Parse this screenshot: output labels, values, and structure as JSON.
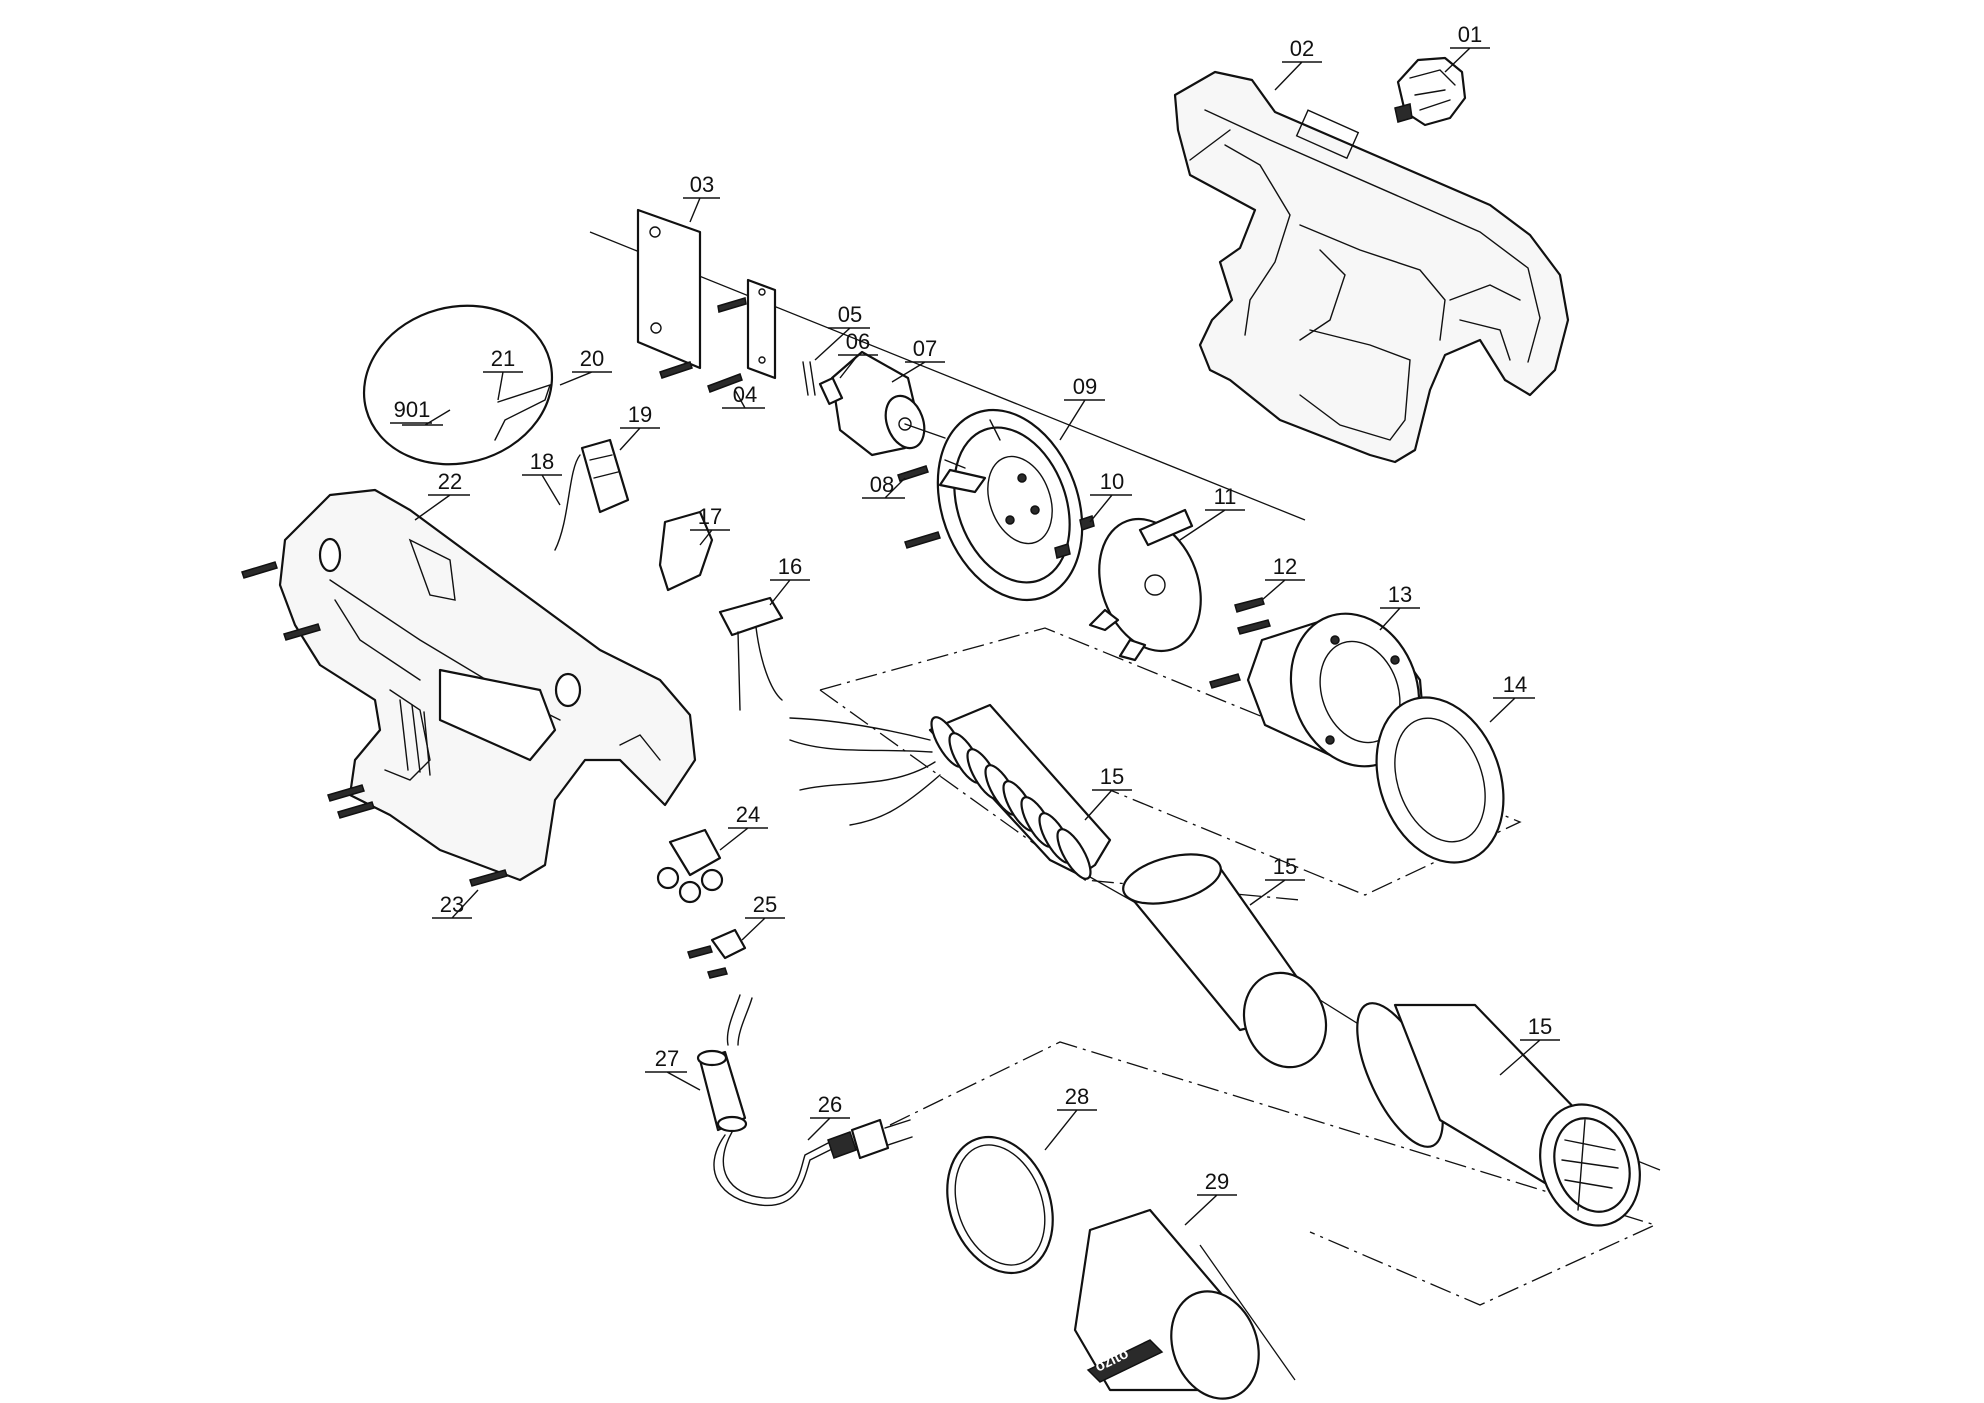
{
  "labels": {
    "p01": "01",
    "p02": "02",
    "p03": "03",
    "p04": "04",
    "p05": "05",
    "p06": "06",
    "p07": "07",
    "p08": "08",
    "p09": "09",
    "p10": "10",
    "p11": "11",
    "p12": "12",
    "p13": "13",
    "p14": "14",
    "p15a": "15",
    "p15b": "15",
    "p15c": "15",
    "p16": "16",
    "p17": "17",
    "p18": "18",
    "p19": "19",
    "p20": "20",
    "p21": "21",
    "p22": "22",
    "p23": "23",
    "p24": "24",
    "p25": "25",
    "p26": "26",
    "p27": "27",
    "p28": "28",
    "p29": "29",
    "p901": "901"
  },
  "nozzle_brand": "ozito"
}
